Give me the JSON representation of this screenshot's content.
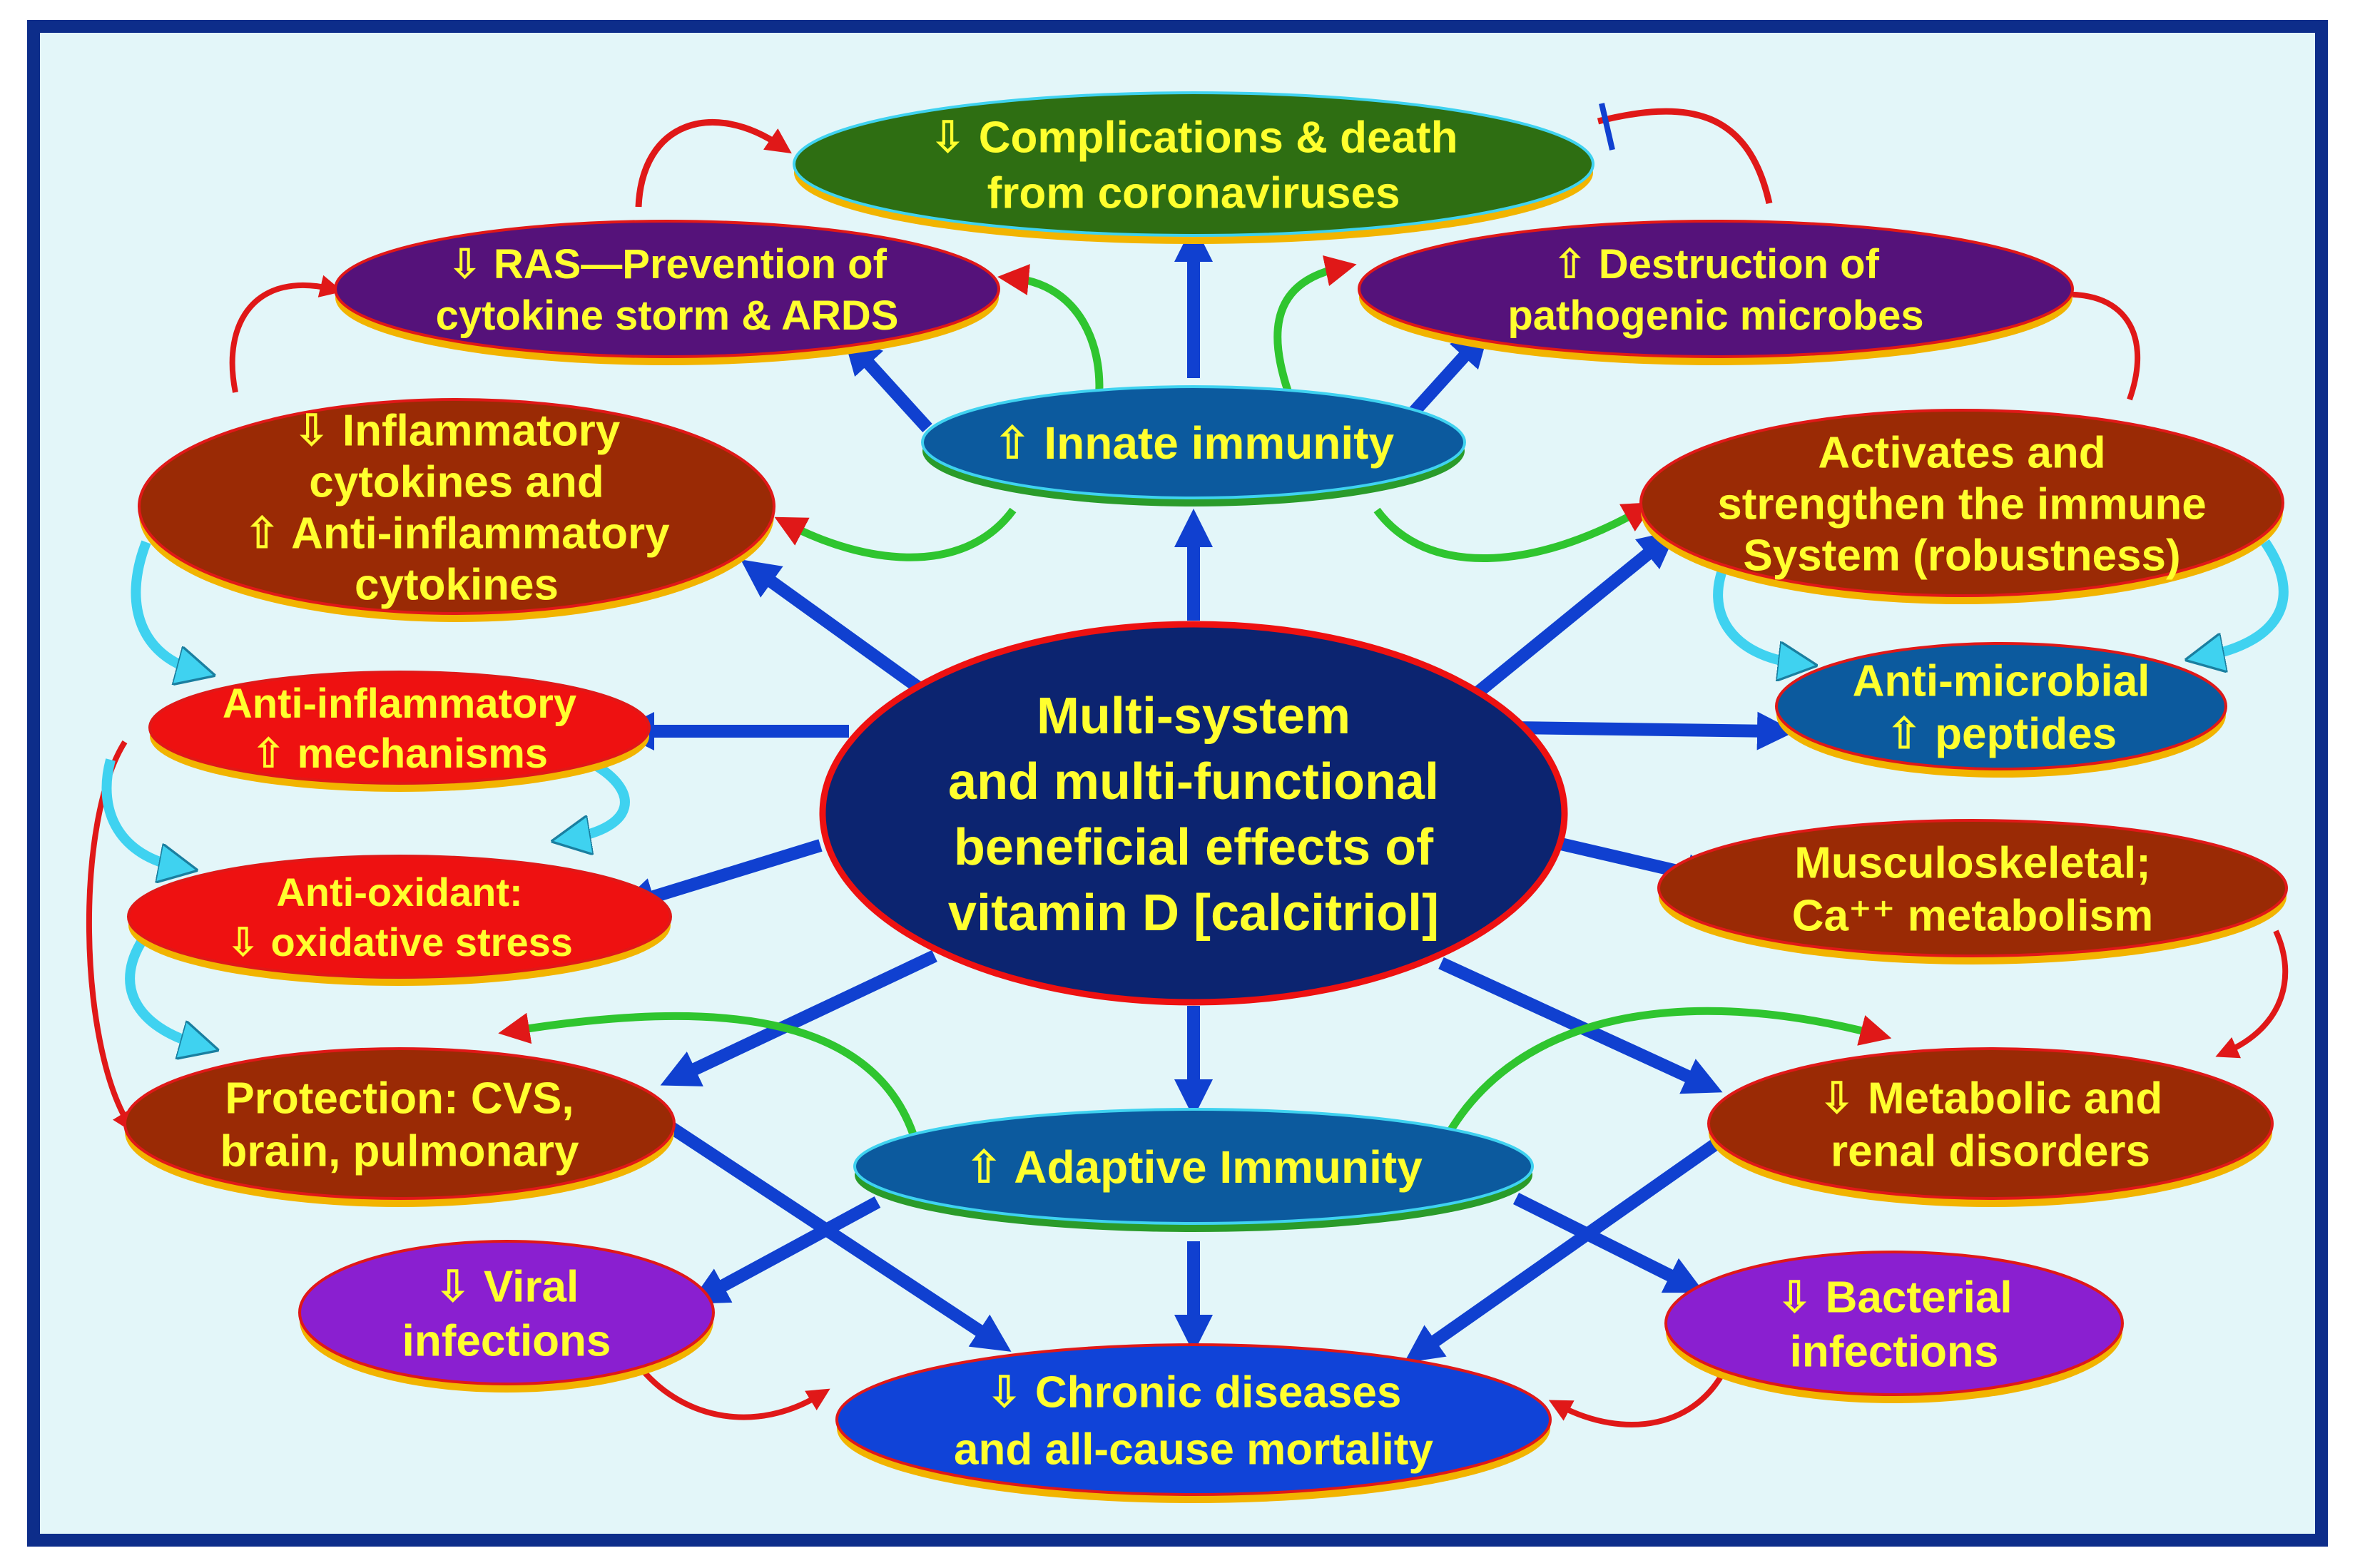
{
  "center": {
    "lines": [
      "Multi-system",
      "and multi-functional",
      "beneficial effects of",
      "vitamin D [calcitriol]"
    ]
  },
  "nodes": {
    "complications": {
      "lines": [
        "⇩ Complications & death",
        "from coronaviruses"
      ],
      "color": "#2e6e12"
    },
    "ras": {
      "lines": [
        "⇩ RAS—Prevention of",
        "cytokine storm & ARDS"
      ],
      "color": "#55127a"
    },
    "destruction": {
      "lines": [
        "⇧ Destruction of",
        "pathogenic microbes"
      ],
      "color": "#55127a"
    },
    "innate": {
      "lines": [
        "⇧ Innate immunity"
      ],
      "color": "#0c5a9e"
    },
    "inflammatory": {
      "lines": [
        "⇩ Inflammatory",
        "cytokines and",
        "⇧ Anti-inflammatory",
        "cytokines"
      ],
      "color": "#9a2a05"
    },
    "activates": {
      "lines": [
        "Activates and",
        "strengthen the immune",
        "System (robustness)"
      ],
      "color": "#9a2a05"
    },
    "anti_inflammatory": {
      "lines": [
        "Anti-inflammatory",
        "⇧ mechanisms"
      ],
      "color": "#ee1111"
    },
    "antimicrobial": {
      "lines": [
        "Anti-microbial",
        "⇧ peptides"
      ],
      "color": "#0c5a9e"
    },
    "antioxidant": {
      "lines": [
        "Anti-oxidant:",
        "⇩ oxidative stress"
      ],
      "color": "#ee1111"
    },
    "musculoskeletal": {
      "lines": [
        "Musculoskeletal;",
        "Ca⁺⁺ metabolism"
      ],
      "color": "#9a2a05"
    },
    "protection": {
      "lines": [
        "Protection: CVS,",
        "brain, pulmonary"
      ],
      "color": "#9a2a05"
    },
    "metabolic": {
      "lines": [
        "⇩ Metabolic and",
        "renal disorders"
      ],
      "color": "#9a2a05"
    },
    "adaptive": {
      "lines": [
        "⇧ Adaptive Immunity"
      ],
      "color": "#0c5a9e"
    },
    "viral": {
      "lines": [
        "⇩ Viral",
        "infections"
      ],
      "color": "#8a1fd0"
    },
    "bacterial": {
      "lines": [
        "⇩ Bacterial",
        "infections"
      ],
      "color": "#8a1fd0"
    },
    "chronic": {
      "lines": [
        "⇩ Chronic diseases",
        "and all-cause mortality"
      ],
      "color": "#1043d8"
    }
  },
  "colors": {
    "frame_border": "#0d2d8a",
    "background": "#e3f6f9",
    "center_fill": "#0c2470",
    "center_border": "#ee1111",
    "text": "#ffff2e",
    "arrow": "#1040d0",
    "ellipse_base": "#f2b400",
    "cyan_arrow": "#3fd2f0"
  }
}
